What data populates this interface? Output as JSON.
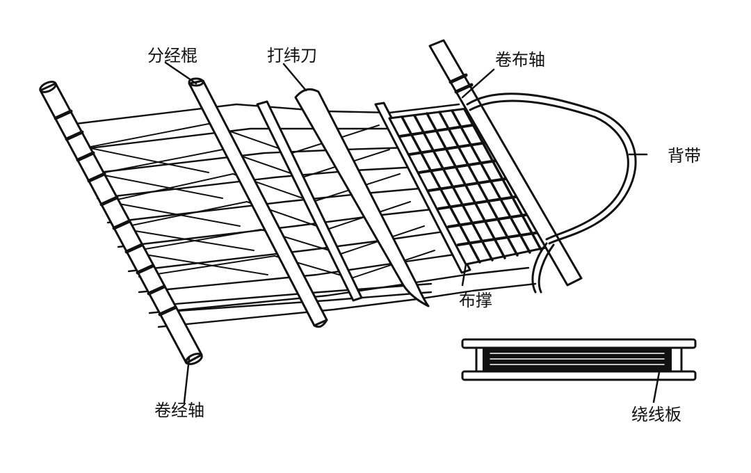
{
  "labels": {
    "heddle_rod": "分经棍",
    "beater": "打纬刀",
    "cloth_beam": "卷布轴",
    "back_strap": "背带",
    "cloth_stretcher": "布撑",
    "warp_beam": "卷经轴",
    "winding_board": "绕线板"
  },
  "colors": {
    "ink": "#111111",
    "paper": "#ffffff"
  }
}
